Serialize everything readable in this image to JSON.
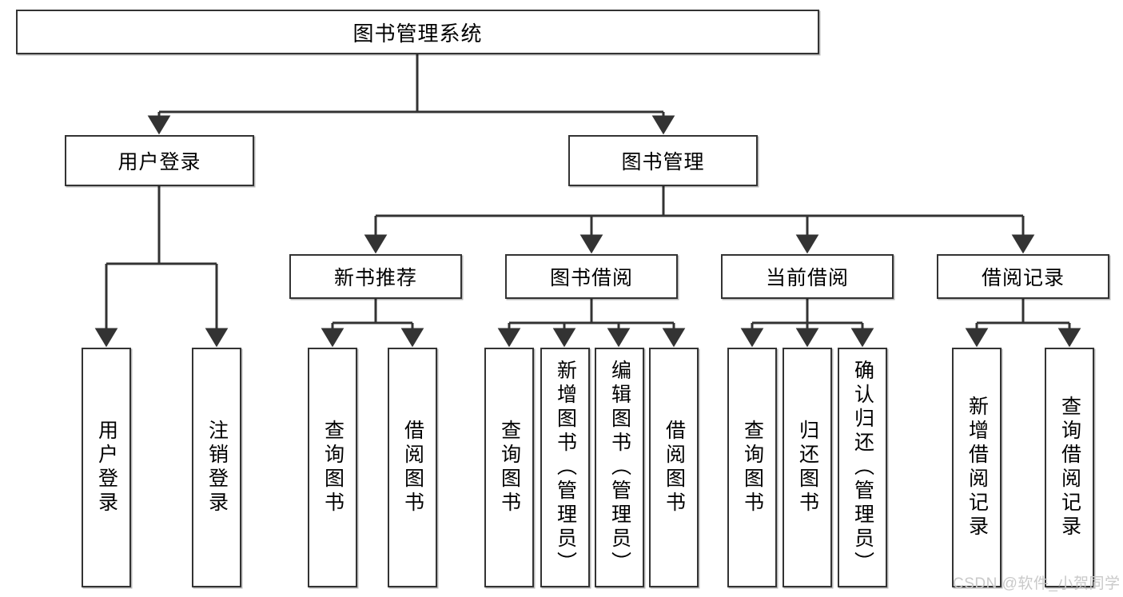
{
  "diagram": {
    "type": "hierarchy-tree",
    "title": "图书管理系统",
    "watermark": "CSDN @软件_小贺同学",
    "colors": {
      "stroke": "#333333",
      "fill": "#ffffff",
      "text": "#000000",
      "watermark": "#c9c9c9"
    },
    "nodes": {
      "root": {
        "label": "图书管理系统",
        "level": 1,
        "orientation": "horizontal"
      },
      "user_login": {
        "label": "用户登录",
        "level": 2,
        "orientation": "horizontal"
      },
      "book_manage": {
        "label": "图书管理",
        "level": 2,
        "orientation": "horizontal"
      },
      "new_book_rec": {
        "label": "新书推荐",
        "level": 3,
        "orientation": "horizontal"
      },
      "book_borrow": {
        "label": "图书借阅",
        "level": 3,
        "orientation": "horizontal"
      },
      "current_borrow": {
        "label": "当前借阅",
        "level": 3,
        "orientation": "horizontal"
      },
      "borrow_record": {
        "label": "借阅记录",
        "level": 3,
        "orientation": "horizontal"
      },
      "leaf_user_login": {
        "label": "用户登录",
        "level": 3,
        "orientation": "vertical"
      },
      "leaf_logout": {
        "label": "注销登录",
        "level": 3,
        "orientation": "vertical"
      },
      "leaf_query_book_rec": {
        "label": "查询图书",
        "level": 4,
        "orientation": "vertical"
      },
      "leaf_borrow_book_rec": {
        "label": "借阅图书",
        "level": 4,
        "orientation": "vertical"
      },
      "leaf_query_book_borrow": {
        "label": "查询图书",
        "level": 4,
        "orientation": "vertical"
      },
      "leaf_add_book": {
        "label": "新增图书（管理员）",
        "level": 4,
        "orientation": "vertical"
      },
      "leaf_edit_book": {
        "label": "编辑图书（管理员）",
        "level": 4,
        "orientation": "vertical"
      },
      "leaf_borrow_book": {
        "label": "借阅图书",
        "level": 4,
        "orientation": "vertical"
      },
      "leaf_query_book_cur": {
        "label": "查询图书",
        "level": 4,
        "orientation": "vertical"
      },
      "leaf_return_book": {
        "label": "归还图书",
        "level": 4,
        "orientation": "vertical"
      },
      "leaf_confirm_return": {
        "label": "确认归还（管理员）",
        "level": 4,
        "orientation": "vertical"
      },
      "leaf_add_record": {
        "label": "新增借阅记录",
        "level": 4,
        "orientation": "vertical"
      },
      "leaf_query_record": {
        "label": "查询借阅记录",
        "level": 4,
        "orientation": "vertical"
      }
    },
    "edges": [
      {
        "from": "root",
        "to": "user_login"
      },
      {
        "from": "root",
        "to": "book_manage"
      },
      {
        "from": "user_login",
        "to": "leaf_user_login"
      },
      {
        "from": "user_login",
        "to": "leaf_logout"
      },
      {
        "from": "book_manage",
        "to": "new_book_rec"
      },
      {
        "from": "book_manage",
        "to": "book_borrow"
      },
      {
        "from": "book_manage",
        "to": "current_borrow"
      },
      {
        "from": "book_manage",
        "to": "borrow_record"
      },
      {
        "from": "new_book_rec",
        "to": "leaf_query_book_rec"
      },
      {
        "from": "new_book_rec",
        "to": "leaf_borrow_book_rec"
      },
      {
        "from": "book_borrow",
        "to": "leaf_query_book_borrow"
      },
      {
        "from": "book_borrow",
        "to": "leaf_add_book"
      },
      {
        "from": "book_borrow",
        "to": "leaf_edit_book"
      },
      {
        "from": "book_borrow",
        "to": "leaf_borrow_book"
      },
      {
        "from": "current_borrow",
        "to": "leaf_query_book_cur"
      },
      {
        "from": "current_borrow",
        "to": "leaf_return_book"
      },
      {
        "from": "current_borrow",
        "to": "leaf_confirm_return"
      },
      {
        "from": "borrow_record",
        "to": "leaf_add_record"
      },
      {
        "from": "borrow_record",
        "to": "leaf_query_record"
      }
    ]
  }
}
